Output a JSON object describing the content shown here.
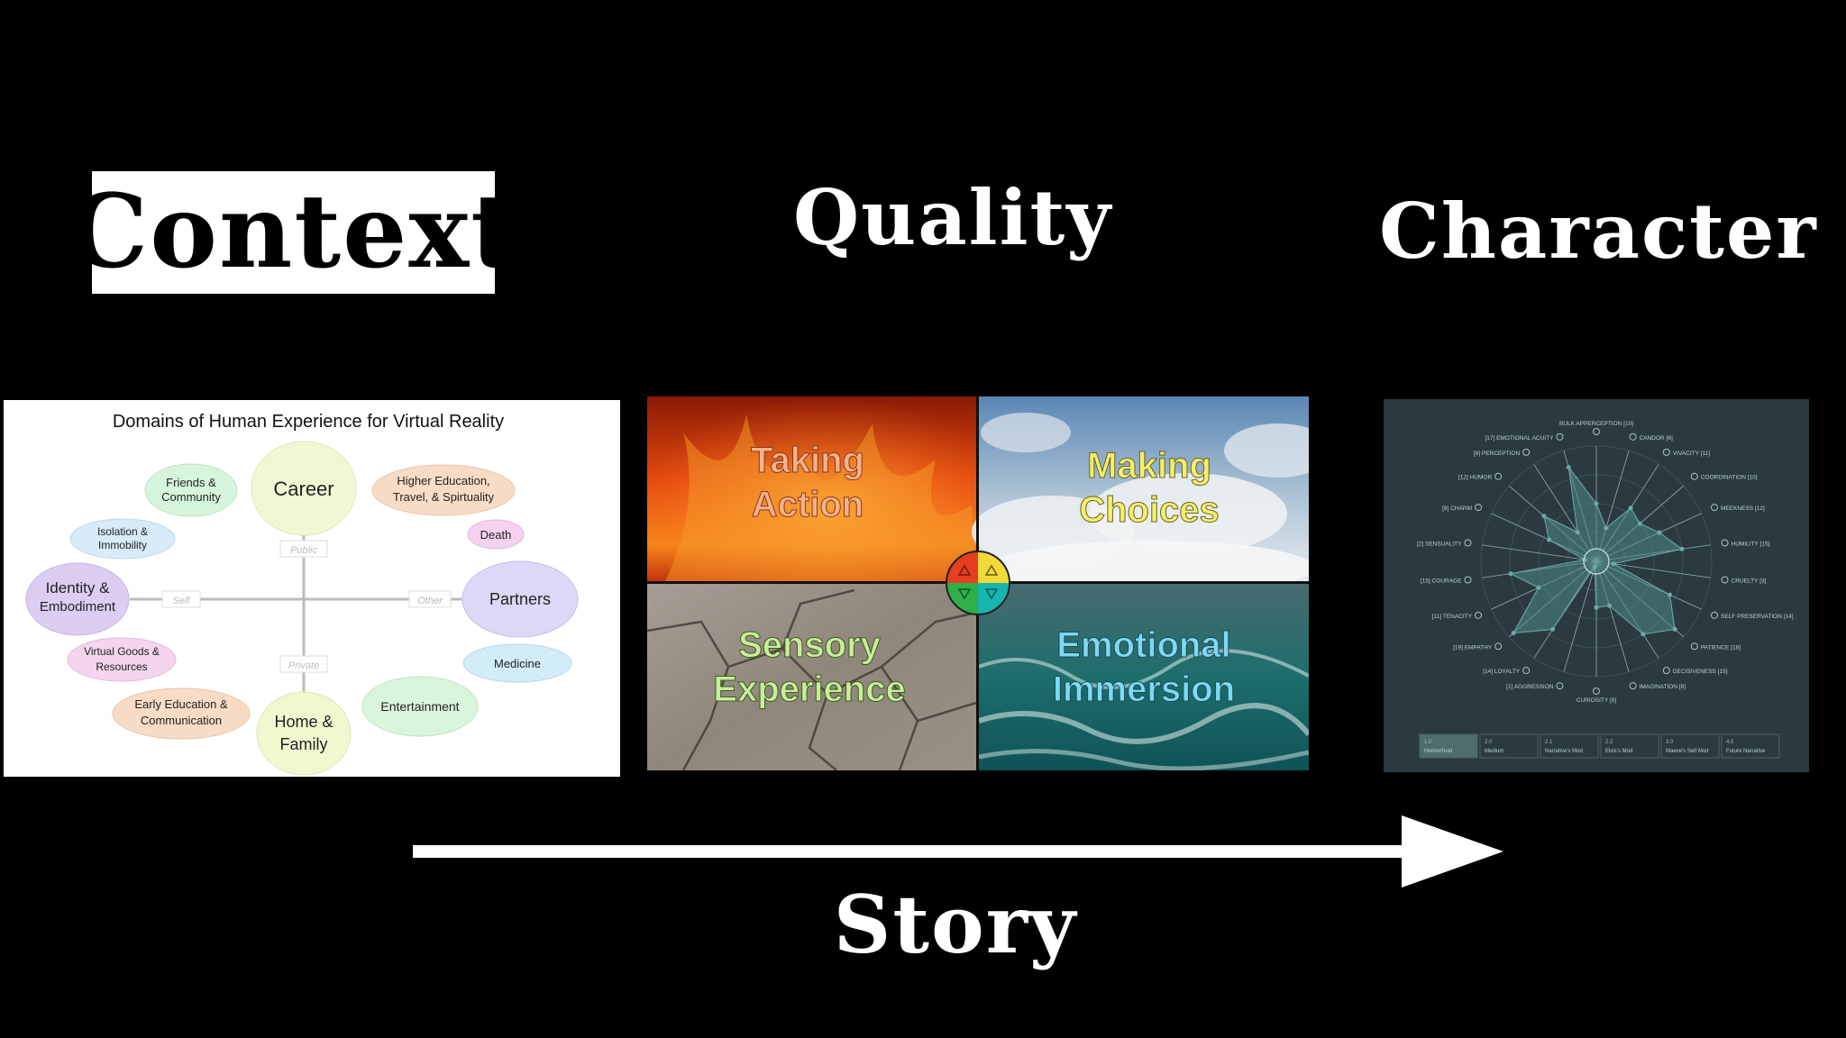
{
  "headings": {
    "context": "Context",
    "quality": "Quality",
    "character": "Character",
    "story": "Story"
  },
  "context_diagram": {
    "title": "Domains of Human Experience for Virtual Reality",
    "axis_labels": {
      "public": "Public",
      "private": "Private",
      "self": "Self",
      "other": "Other"
    },
    "nodes": {
      "career": "Career",
      "friends_line1": "Friends &",
      "friends_line2": "Community",
      "higher_ed_line1": "Higher Education,",
      "higher_ed_line2": "Travel, & Spirtuality",
      "isolation_line1": "Isolation &",
      "isolation_line2": "Immobility",
      "death": "Death",
      "identity_line1": "Identity &",
      "identity_line2": "Embodiment",
      "partners": "Partners",
      "virtual_goods_line1": "Virtual Goods &",
      "virtual_goods_line2": "Resources",
      "medicine": "Medicine",
      "early_ed_line1": "Early Education &",
      "early_ed_line2": "Communication",
      "entertainment": "Entertainment",
      "home_line1": "Home &",
      "home_line2": "Family"
    },
    "colors": {
      "career": "#f2f7d3",
      "friends": "#d6f5dd",
      "higher_ed": "#f9dcc6",
      "isolation": "#d7ecf8",
      "death": "#f5d3f0",
      "identity": "#dccdf3",
      "partners": "#dcd8f7",
      "virtual_goods": "#f5d4ef",
      "medicine": "#d3ecf9",
      "early_ed": "#f8dcc6",
      "entertainment": "#d9f6dd",
      "home": "#f3f7d0"
    }
  },
  "quality_quadrants": {
    "taking_action_line1": "Taking",
    "taking_action_line2": "Action",
    "making_choices_line1": "Making",
    "making_choices_line2": "Choices",
    "sensory_line1": "Sensory",
    "sensory_line2": "Experience",
    "emotional_line1": "Emotional",
    "emotional_line2": "Immersion",
    "colors": {
      "action_text": "#f6b08a",
      "choices_text": "#f6ee6e",
      "sensory_text": "#c9ee9a",
      "emotional_text": "#7fd9f3",
      "red": "#e53f1f",
      "yellow": "#f1d93a",
      "green": "#2fae4a",
      "teal": "#17b5ae"
    }
  },
  "character_radar": {
    "axes": [
      "BULK APPERCEPTION [10]",
      "CANDOR [6]",
      "VIVACITY [11]",
      "COORDINATION [10]",
      "MEEKNESS [12]",
      "HUMILITY [15]",
      "CRUELTY [3]",
      "SELF PRESERVATION [14]",
      "PATIENCE [18]",
      "DECISIVENESS [15]",
      "IMAGINATION [8]",
      "CURIOSITY [8]",
      "[1] AGGRESSION",
      "[14] LOYALTY",
      "[19] EMPATHY",
      "[11] TENACITY",
      "[15] COURAGE",
      "[2] SENSUALITY",
      "[9] CHARM",
      "[12] HUMOR",
      "[6] PERCEPTION",
      "[17] EMOTIONAL ACUITY"
    ],
    "values": [
      10,
      6,
      11,
      10,
      12,
      15,
      3,
      14,
      18,
      15,
      8,
      8,
      1,
      14,
      19,
      11,
      15,
      2,
      9,
      12,
      6,
      17
    ],
    "max": 20,
    "tabs": [
      {
        "num": "1.0",
        "label": "Hemorrhoid"
      },
      {
        "num": "2.0",
        "label": "Medium"
      },
      {
        "num": "2.1",
        "label": "Narrative's Mod"
      },
      {
        "num": "2.2",
        "label": "Elvis's Mod"
      },
      {
        "num": "3.0",
        "label": "Maeve's Self Mod"
      },
      {
        "num": "4.0",
        "label": "Future Narrative"
      }
    ],
    "colors": {
      "bg": "#2b3a40",
      "accent": "#4f8a8a",
      "line": "#6aa0a0"
    }
  }
}
